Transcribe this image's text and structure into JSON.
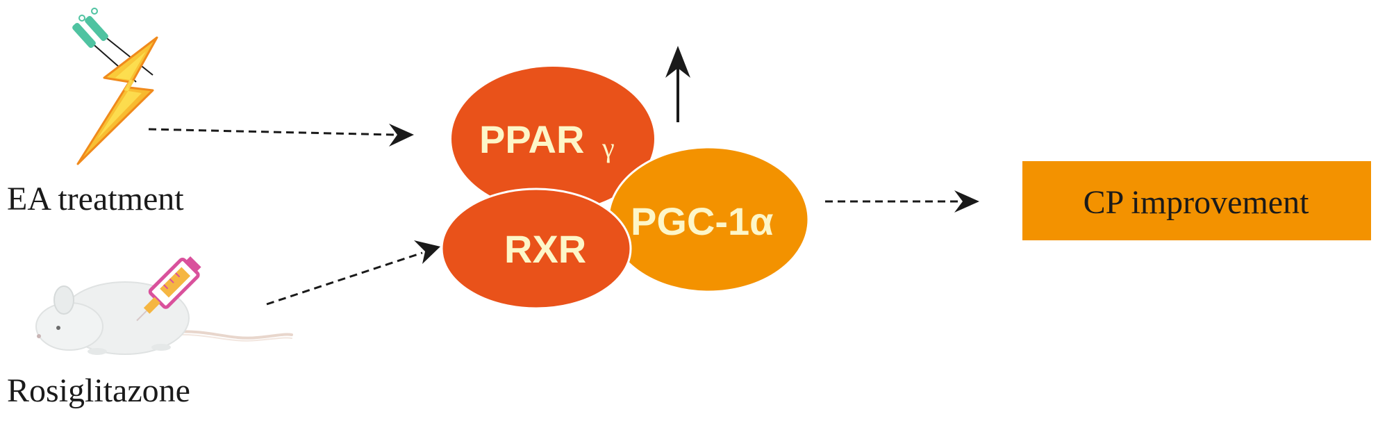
{
  "labels": {
    "ea_treatment": "EA treatment",
    "rosiglitazone": "Rosiglitazone",
    "outcome": "CP improvement"
  },
  "nodes": {
    "ppar": {
      "main": "PPAR",
      "symbol": "γ"
    },
    "rxr": "RXR",
    "pgc": "PGC-1α"
  },
  "indicators": {
    "ppar_gamma_up": "up-arrow-icon"
  },
  "colors": {
    "ppar_fill": "#e9521a",
    "rxr_fill": "#e9521a",
    "pgc_fill": "#f39200",
    "outcome_fill": "#f39200",
    "node_text": "#fdf6c8",
    "arrow": "#1a1a1a",
    "needle_handle": "#4fc3a1",
    "lightning_outer": "#f7a326",
    "lightning_inner": "#fcd535",
    "syringe": "#d9519c",
    "syringe_fluid": "#f5b642"
  },
  "icons": {
    "ea_needles": "acupuncture-needles-icon",
    "ea_lightning": "lightning-bolt-icon",
    "mouse": "mouse-icon",
    "syringe": "syringe-icon"
  }
}
